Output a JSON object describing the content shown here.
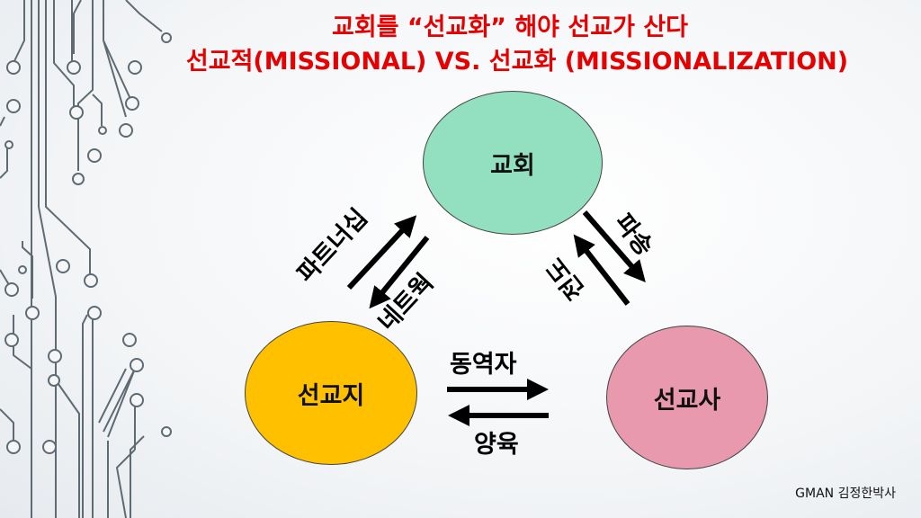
{
  "title": {
    "line1": "교회를 “선교화” 해야 선교가 산다",
    "line2": "선교적(MISSIONAL) VS. 선교화 (MISSIONALIZATION)"
  },
  "nodes": {
    "church": "교회",
    "field": "선교지",
    "missionary": "선교사"
  },
  "relations": {
    "partnership": "파트너십",
    "network": "네트웍",
    "sending": "파송",
    "evangelism": "전도",
    "coworker": "동역자",
    "nurture": "양육"
  },
  "credit": "GMAN 김정한박사",
  "colors": {
    "title": "#e60000",
    "church": "#93e0c0",
    "field": "#ffc000",
    "missionary": "#e899ae"
  }
}
